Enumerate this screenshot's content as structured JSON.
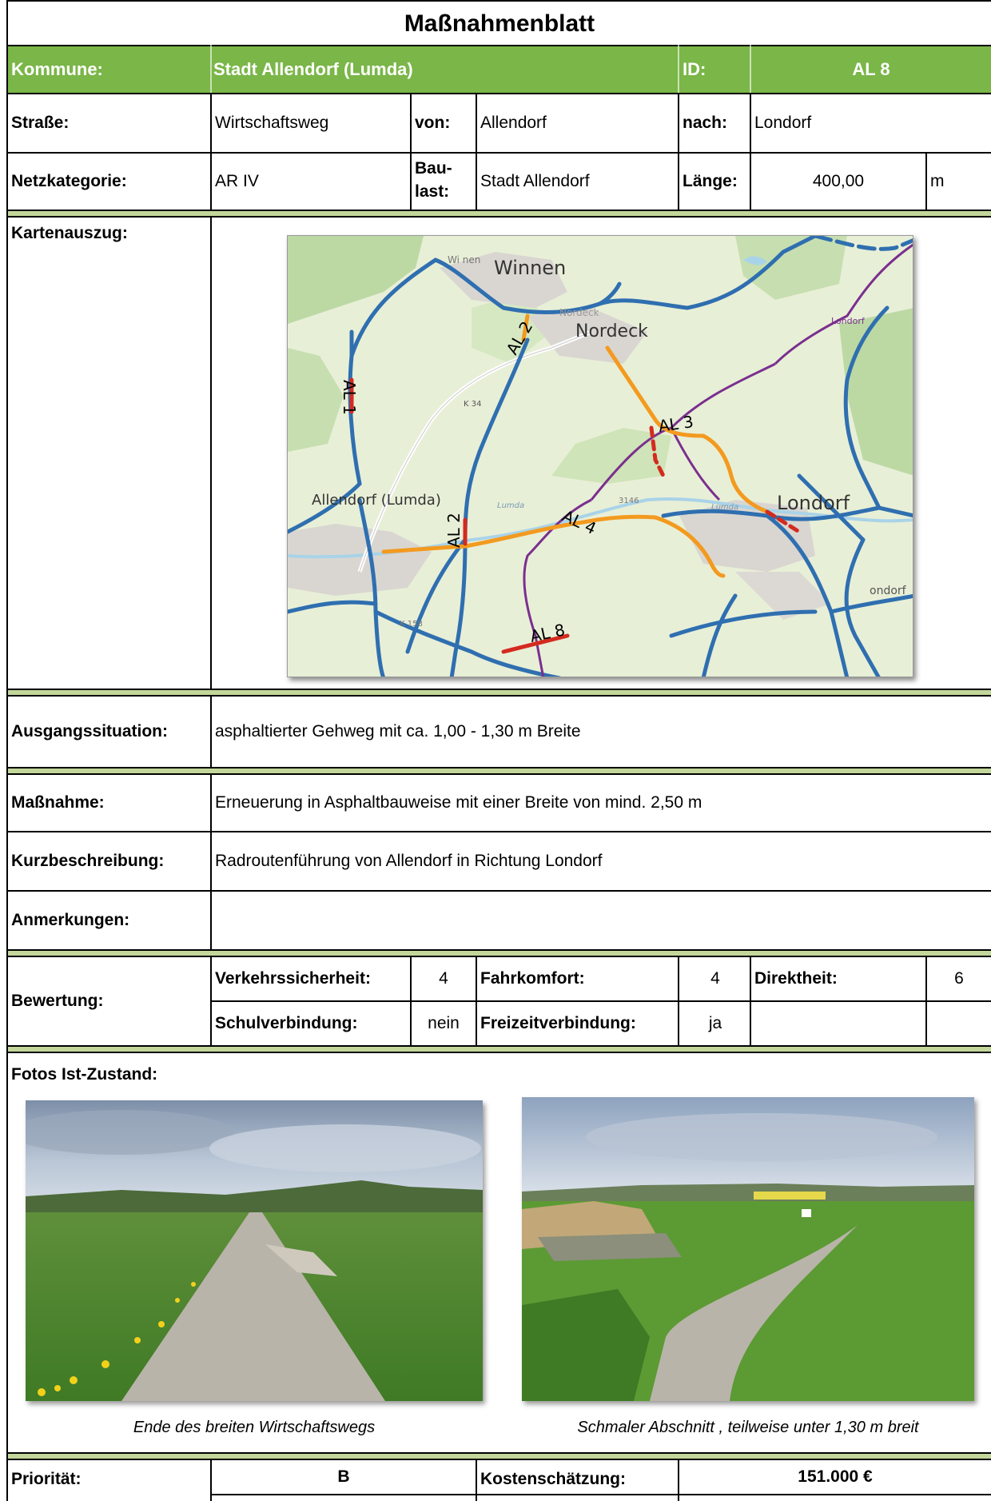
{
  "title": "Maßnahmenblatt",
  "header": {
    "kommune_label": "Kommune:",
    "kommune_value": "Stadt Allendorf (Lumda)",
    "id_label": "ID:",
    "id_value": "AL 8"
  },
  "road": {
    "strasse_label": "Straße:",
    "strasse_value": "Wirtschaftsweg",
    "von_label": "von:",
    "von_value": "Allendorf",
    "nach_label": "nach:",
    "nach_value": "Londorf"
  },
  "net": {
    "kategorie_label": "Netzkategorie:",
    "kategorie_value": "AR IV",
    "baulast_label_1": "Bau-",
    "baulast_label_2": "last:",
    "baulast_value": "Stadt Allendorf",
    "laenge_label": "Länge:",
    "laenge_value": "400,00",
    "laenge_unit": "m"
  },
  "map": {
    "label": "Kartenauszug:",
    "places": [
      "Winnen",
      "Nordeck",
      "Londorf",
      "Allendorf (Lumda)",
      "K 34",
      "Wi nen",
      "Nordeck",
      "Londorf",
      "3146",
      "Lumda",
      "Lumda",
      "ondorf",
      "K 158"
    ],
    "routes": [
      "AL 1",
      "AL 2",
      "AL 2",
      "AL 3",
      "AL 4",
      "AL 8"
    ],
    "colors": {
      "land": "#e8efd7",
      "forest": "#bcd9a4",
      "town": "#d9d6d1",
      "blue_route": "#2f6fb0",
      "orange_route": "#f39a1f",
      "red_route": "#d42a1f",
      "purple_route": "#7a2f8e",
      "water": "#a9d3e8"
    }
  },
  "situation": {
    "ausgang_label": "Ausgangssituation:",
    "ausgang_value": "asphaltierter Gehweg mit ca. 1,00 - 1,30 m Breite",
    "massnahme_label": "Maßnahme:",
    "massnahme_value": "Erneuerung in Asphaltbauweise mit einer Breite von mind. 2,50 m",
    "kurz_label": "Kurzbeschreibung:",
    "kurz_value": "Radroutenführung von Allendorf in Richtung Londorf",
    "anm_label": "Anmerkungen:",
    "anm_value": ""
  },
  "rating": {
    "label": "Bewertung:",
    "vs_label": "Verkehrssicherheit:",
    "vs_value": "4",
    "fk_label": "Fahrkomfort:",
    "fk_value": "4",
    "dir_label": "Direktheit:",
    "dir_value": "6",
    "sv_label": "Schulverbindung:",
    "sv_value": "nein",
    "fz_label": "Freizeitverbindung:",
    "fz_value": "ja"
  },
  "photos": {
    "label": "Fotos Ist-Zustand:",
    "caption_left": "Ende des breiten Wirtschaftswegs",
    "caption_right": "Schmaler Abschnitt , teilweise unter 1,30 m breit"
  },
  "footer": {
    "prio_label": "Priorität:",
    "prio_value": "B",
    "kosten_label": "Kostenschätzung:",
    "kosten_value": "151.000 €"
  }
}
